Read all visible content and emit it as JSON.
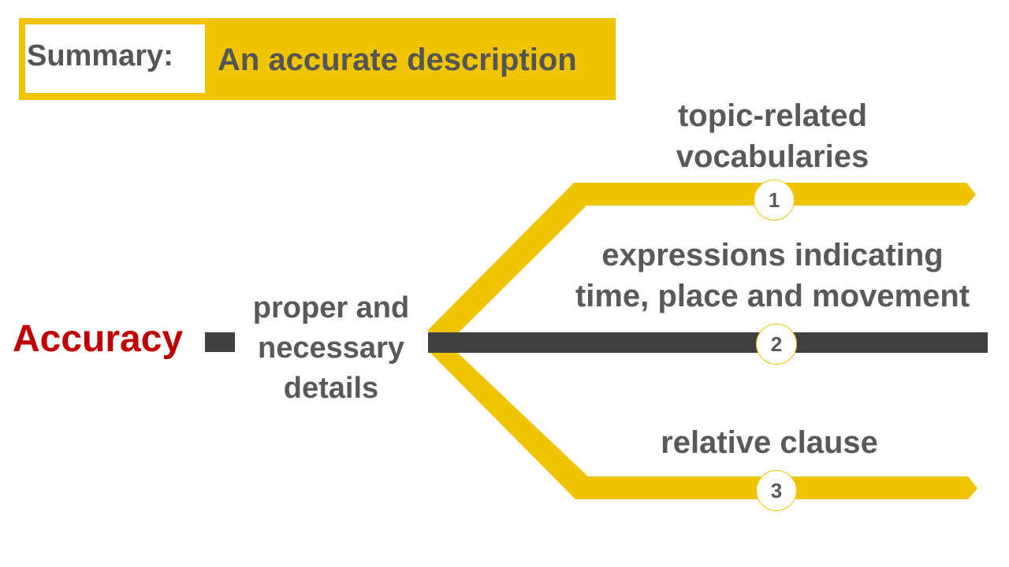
{
  "banner": {
    "label": "Summary:",
    "text": "An accurate description",
    "colors": {
      "accent": "#F0C400",
      "label": "#555555"
    }
  },
  "root": {
    "label": "Accuracy",
    "color": "#C00000"
  },
  "middle": {
    "lines": [
      "proper and",
      "necessary",
      "details"
    ]
  },
  "branches": [
    {
      "number": "1",
      "lines": [
        "topic-related",
        "vocabularies"
      ],
      "color": "#F0C400"
    },
    {
      "number": "2",
      "lines": [
        "expressions indicating",
        "time, place and movement"
      ],
      "color": "#404040"
    },
    {
      "number": "3",
      "lines": [
        "relative clause"
      ],
      "color": "#F0C400"
    }
  ]
}
